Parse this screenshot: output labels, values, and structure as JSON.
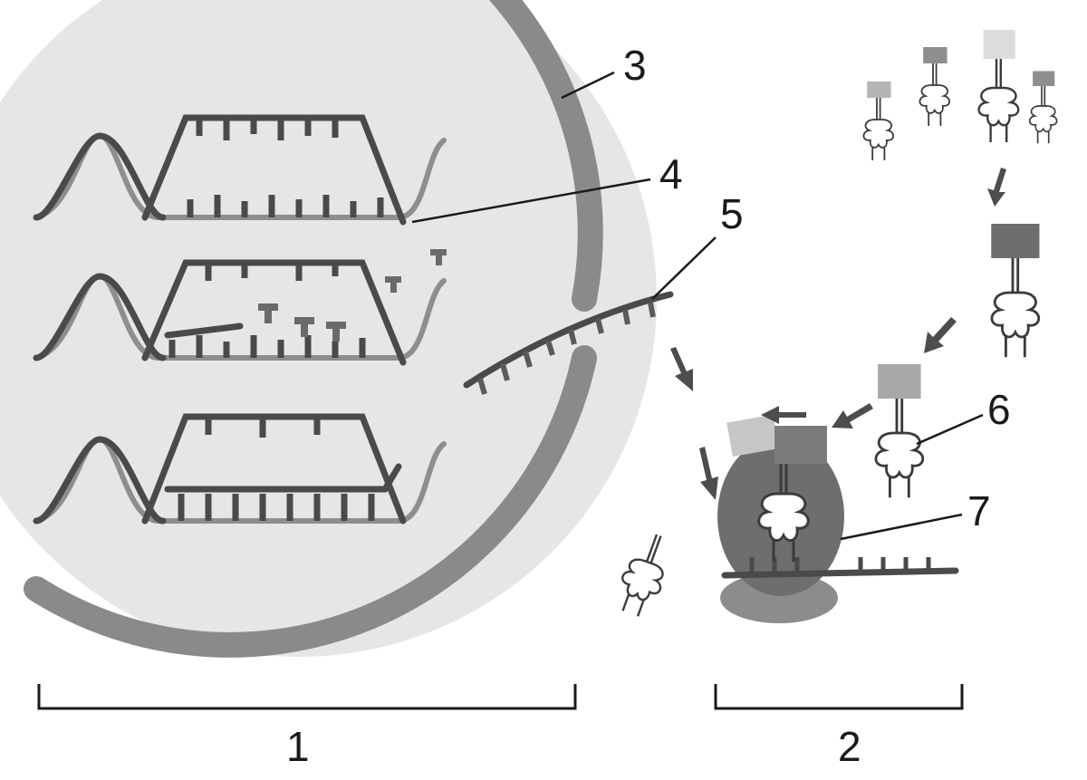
{
  "labels": {
    "stage_transcription": "1",
    "stage_translation": "2",
    "nuclear_envelope": "3",
    "dna": "4",
    "mrna": "5",
    "trna": "6",
    "ribosome": "7"
  },
  "colors": {
    "nucleus_fill": "#e6e6e6",
    "envelope": "#8a8a8a",
    "dna_dark": "#4a4a4a",
    "dna_light": "#9a9a9a",
    "ribosome": "#6e6e6e",
    "arrows": "#4d4d4d"
  }
}
